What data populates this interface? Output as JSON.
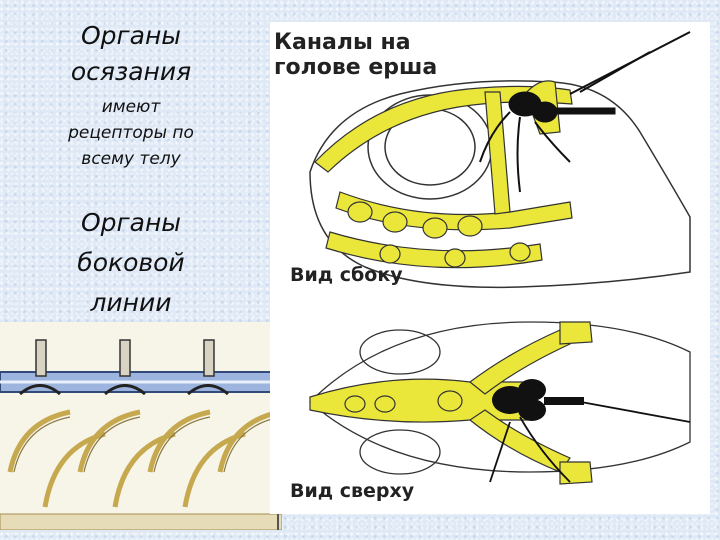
{
  "slide": {
    "touch_title": "Органы осязания",
    "touch_desc": "имеют рецепторы по всему телу",
    "lateral_title": "Органы боковой линии"
  },
  "figure": {
    "title_line1": "Каналы на",
    "title_line2": "голове ерша",
    "side_view_label": "Вид сбоку",
    "top_view_label": "Вид сверху"
  },
  "colors": {
    "canal_yellow": "#eae63a",
    "neuromast_black": "#111111",
    "lateral_line_blue": "#9db4df",
    "skin_tan": "#c6a84e"
  }
}
